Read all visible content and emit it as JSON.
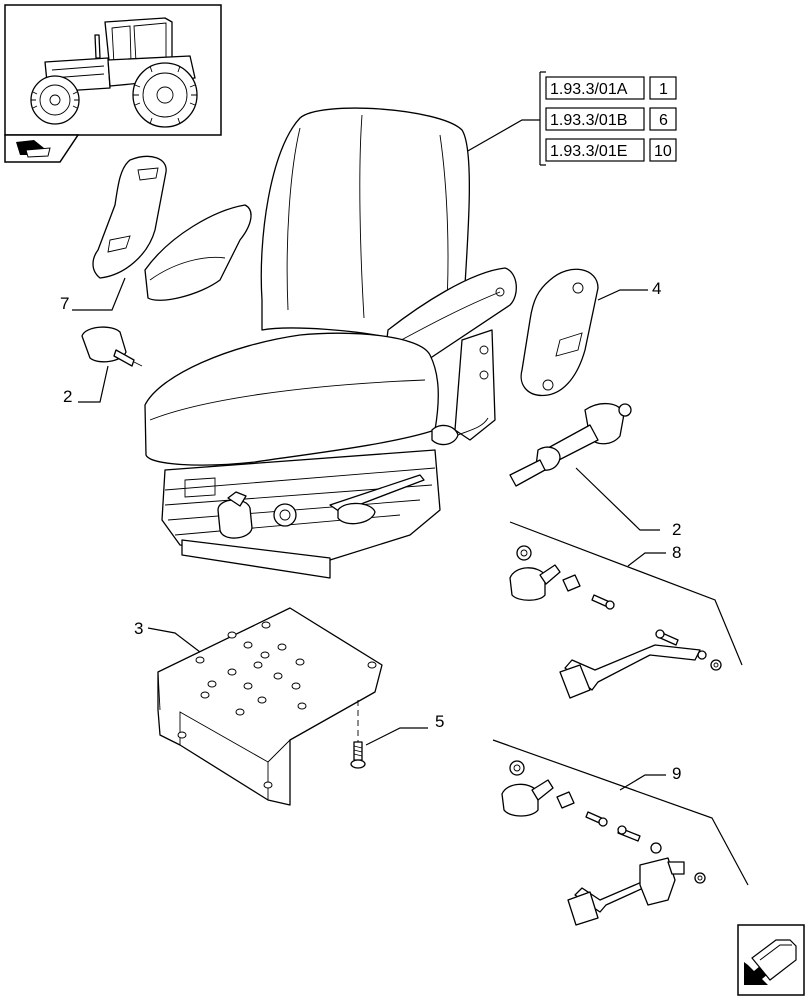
{
  "references": [
    {
      "code": "1.93.3/01A",
      "qty": "1"
    },
    {
      "code": "1.93.3/01B",
      "qty": "6"
    },
    {
      "code": "1.93.3/01E",
      "qty": "10"
    }
  ],
  "callouts": {
    "c7": "7",
    "c2a": "2",
    "c4": "4",
    "c2b": "2",
    "c8": "8",
    "c3": "3",
    "c5": "5",
    "c9": "9"
  },
  "icons": {
    "thumbnail": "tractor-thumbnail-icon",
    "nav_prev": "previous-page-icon",
    "nav_next": "next-page-icon"
  }
}
